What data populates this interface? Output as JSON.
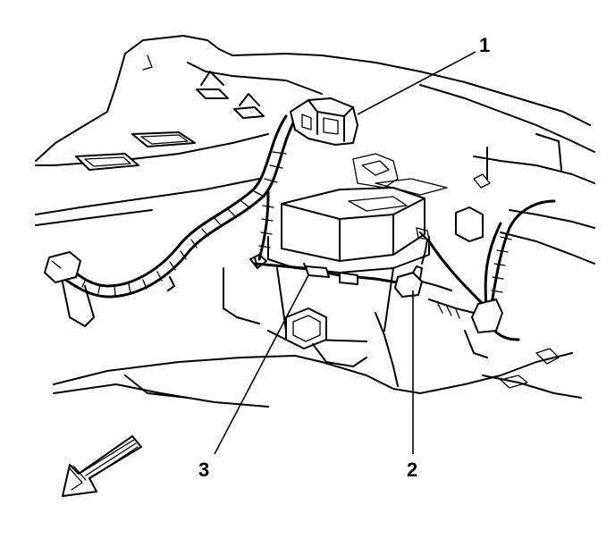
{
  "callouts": [
    {
      "id": "1",
      "label": "1"
    },
    {
      "id": "2",
      "label": "2"
    },
    {
      "id": "3",
      "label": "3"
    }
  ],
  "colors": {
    "line": "#000000",
    "background": "#ffffff"
  },
  "icons": [
    "front-direction-arrow-icon"
  ]
}
